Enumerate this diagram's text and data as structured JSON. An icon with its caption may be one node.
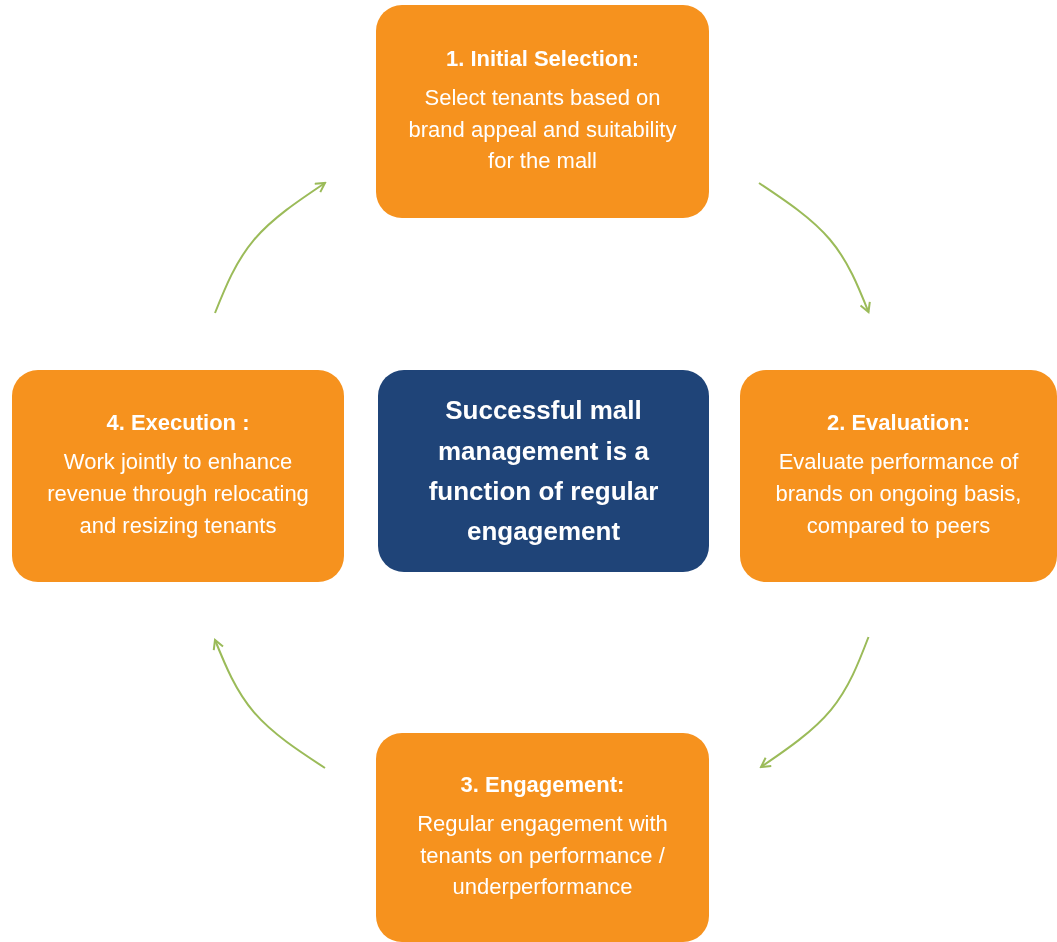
{
  "diagram": {
    "nodes": [
      {
        "text": [
          "1. Initial Selection:",
          "Select tenants based on brand appeal and suitability for the mall"
        ]
      },
      {
        "text": [
          "2. Evaluation:",
          "Evaluate performance of brands on ongoing basis, compared to peers"
        ]
      },
      {
        "text": [
          "3. Engagement:",
          "Regular engagement with tenants on performance / underperformance"
        ]
      },
      {
        "text": [
          "4. Execution :",
          "Work jointly to enhance revenue through relocating and resizing tenants"
        ]
      },
      {
        "text": [
          "Successful mall management is a function of regular engagement"
        ]
      }
    ],
    "edges": [
      {
        "from": 0,
        "to": 1,
        "arrow": "to"
      },
      {
        "from": 1,
        "to": 2,
        "arrow": "to"
      },
      {
        "from": 2,
        "to": 3,
        "arrow": "to"
      },
      {
        "from": 3,
        "to": 0,
        "arrow": "to"
      }
    ]
  }
}
